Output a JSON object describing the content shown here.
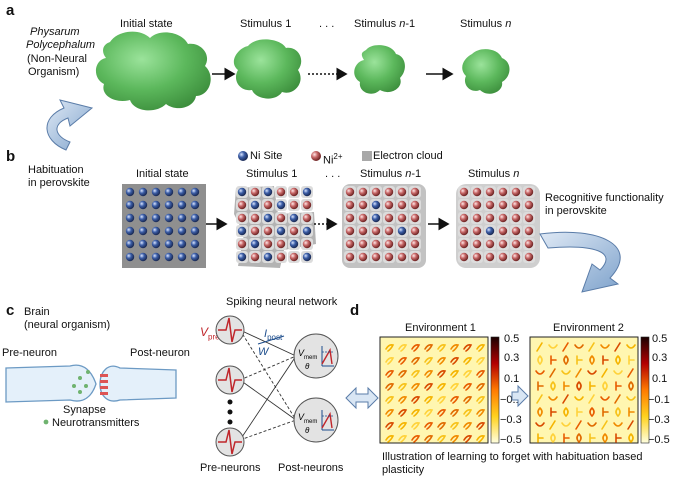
{
  "panels": {
    "a": "a",
    "b": "b",
    "c": "c",
    "d": "d"
  },
  "panel_a": {
    "organism_line1": "Physarum",
    "organism_line2": "Polycephalum",
    "organism_line3": "(Non-Neural",
    "organism_line4": "Organism)",
    "stages": [
      "Initial state",
      "Stimulus 1",
      "Stimulus n-1",
      "Stimulus n"
    ],
    "dots": ". . .",
    "color_blob": "#5cb85c"
  },
  "panel_b": {
    "habituation_line1": "Habituation",
    "habituation_line2": "in perovskite",
    "legend": {
      "ni_site": "Ni Site",
      "ni2": "Ni",
      "ni2_sup": "2+",
      "cloud": "Electron cloud"
    },
    "stages": [
      "Initial state",
      "Stimulus 1",
      "Stimulus n-1",
      "Stimulus n"
    ],
    "dots": ". . .",
    "recog_line1": "Recognitive functionality",
    "recog_line2": "in perovskite",
    "color_ni_site": "#2c4a8c",
    "color_ni2": "#b24a4a",
    "color_cloud": "#a8a8a8"
  },
  "panel_c": {
    "brain_line1": "Brain",
    "brain_line2": "(neural organism)",
    "pre_neuron": "Pre-neuron",
    "post_neuron": "Post-neuron",
    "synapse": "Synapse",
    "neurotransmitters": "Neurotransmitters",
    "snn_title": "Spiking neural network",
    "v_pre": "V",
    "v_pre_sub": "pre",
    "i_post": "I",
    "i_post_sub": "post",
    "w": "W",
    "v_mem": "V",
    "v_mem_sub": "mem",
    "theta": "θ",
    "pre_neurons": "Pre-neurons",
    "post_neurons": "Post-neurons"
  },
  "panel_d": {
    "env1": "Environment 1",
    "env2": "Environment 2",
    "colorbar_ticks": [
      "0.5",
      "0.3",
      "0.1",
      "−0.1",
      "−0.3",
      "−0.5"
    ],
    "caption_line1": "Illustration of learning to forget with habituation based",
    "caption_line2": "plasticity"
  }
}
